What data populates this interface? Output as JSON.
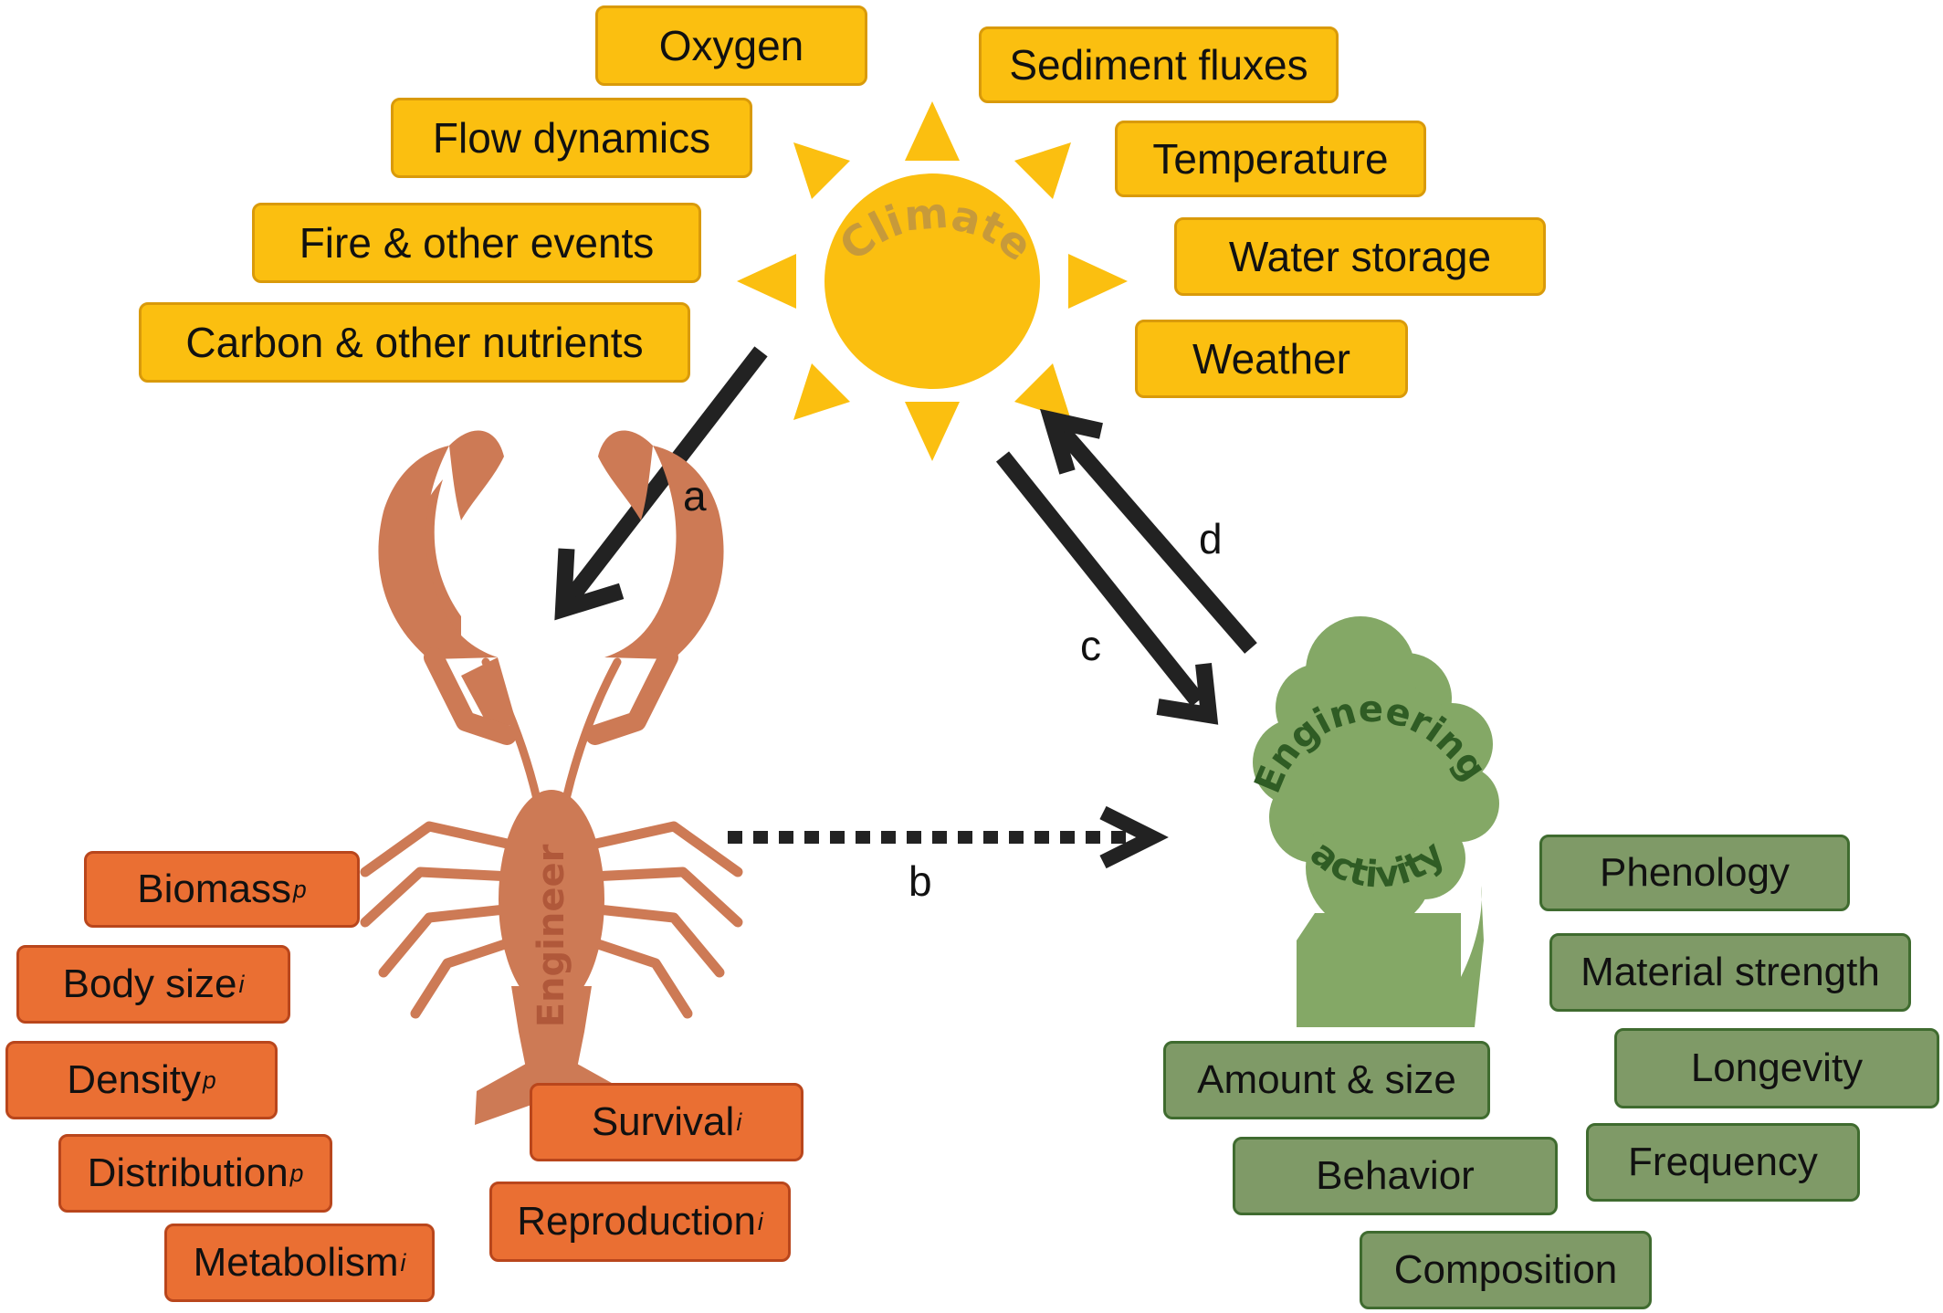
{
  "climate": {
    "center_label": "Climate",
    "factors": [
      "Oxygen",
      "Flow dynamics",
      "Fire & other events",
      "Carbon & other nutrients",
      "Sediment fluxes",
      "Temperature",
      "Water storage",
      "Weather"
    ]
  },
  "engineer": {
    "label": "Engineer",
    "traits": [
      {
        "name": "Biomass",
        "sub": "p"
      },
      {
        "name": "Body size",
        "sub": "i"
      },
      {
        "name": "Density",
        "sub": "p"
      },
      {
        "name": "Distribution",
        "sub": "p"
      },
      {
        "name": "Metabolism",
        "sub": "i"
      },
      {
        "name": "Survival",
        "sub": "i"
      },
      {
        "name": "Reproduction",
        "sub": "i"
      }
    ]
  },
  "activity": {
    "label_line1": "Engineering",
    "label_line2": "activity",
    "traits": [
      "Phenology",
      "Material strength",
      "Longevity",
      "Frequency",
      "Amount & size",
      "Behavior",
      "Composition"
    ]
  },
  "arrows": {
    "a": "a",
    "b": "b",
    "c": "c",
    "d": "d"
  },
  "colors": {
    "climate": "#fbbf10",
    "climate_text": "#c79a3a",
    "engineer": "#ea6f33",
    "engineer_body": "#cd7a55",
    "engineer_text": "#b0583a",
    "activity": "#7f9a67",
    "activity_blob": "#84a866",
    "activity_text": "#2f5c24",
    "arrow": "#222222"
  }
}
